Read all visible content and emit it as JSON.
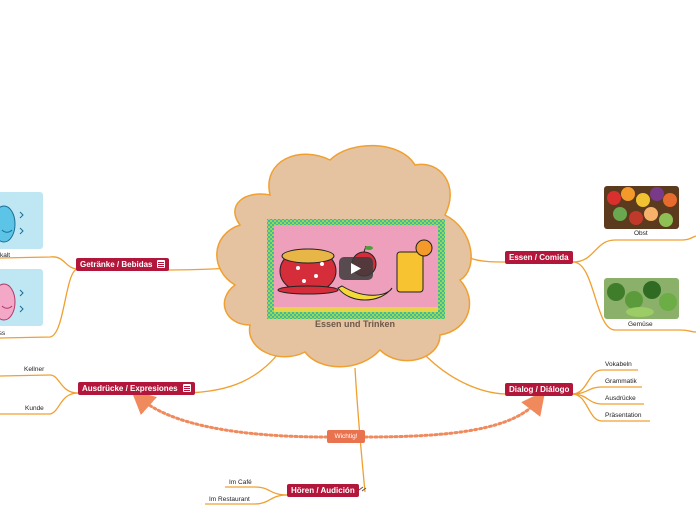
{
  "central": {
    "title": "Essen und Trinken"
  },
  "branches": {
    "getraenke": {
      "label": "Getränke / Bebidas",
      "children": [
        "kalt",
        "heiss"
      ]
    },
    "ausdruecke": {
      "label": "Ausdrücke / Expresiones",
      "children": [
        "Kellner",
        "Kunde"
      ]
    },
    "hoeren": {
      "label": "Hören / Audición",
      "children": [
        "Im Café",
        "Im Restaurant"
      ]
    },
    "essen": {
      "label": "Essen / Comida",
      "children": [
        "Obst",
        "Gemüse"
      ]
    },
    "dialog": {
      "label": "Dialog / Diálogo",
      "children": [
        "Vokabeln",
        "Grammatik",
        "Ausdrücke",
        "Präsentation"
      ]
    }
  },
  "relationship": {
    "label": "Wichtig!"
  },
  "colors": {
    "topic": "#b3163b",
    "branch": "#f0a030",
    "cloud_fill": "#e5c2a0",
    "cloud_stroke": "#f0a030",
    "relation": "#f08a5d"
  }
}
